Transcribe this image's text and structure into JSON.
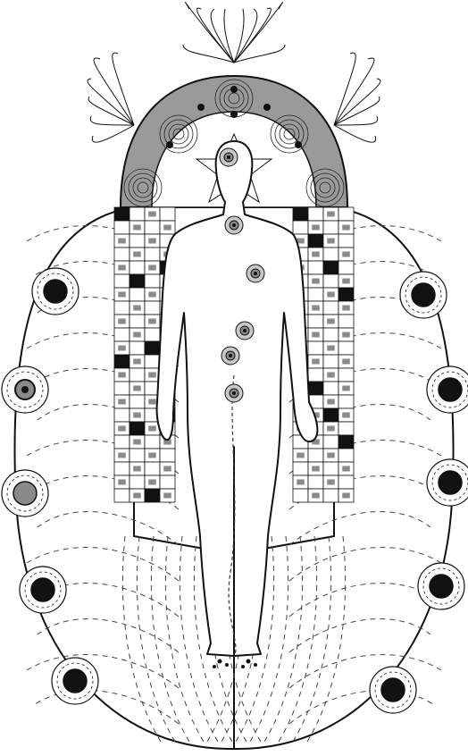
{
  "illustration": {
    "colors": {
      "ink": "#111111",
      "paper": "#ffffff",
      "shade": "#8a8a8a",
      "light_shade": "#c8c8c8"
    },
    "left_wing_orbs": [
      "filled",
      "ringed",
      "grey",
      "filled",
      "filled"
    ],
    "right_wing_orbs": [
      "filled",
      "filled",
      "filled",
      "filled",
      "filled"
    ],
    "body_centers": [
      "crown",
      "throat",
      "heart",
      "solar",
      "navel",
      "sacral"
    ],
    "grid_rows": 22,
    "grid_cols": 4
  }
}
